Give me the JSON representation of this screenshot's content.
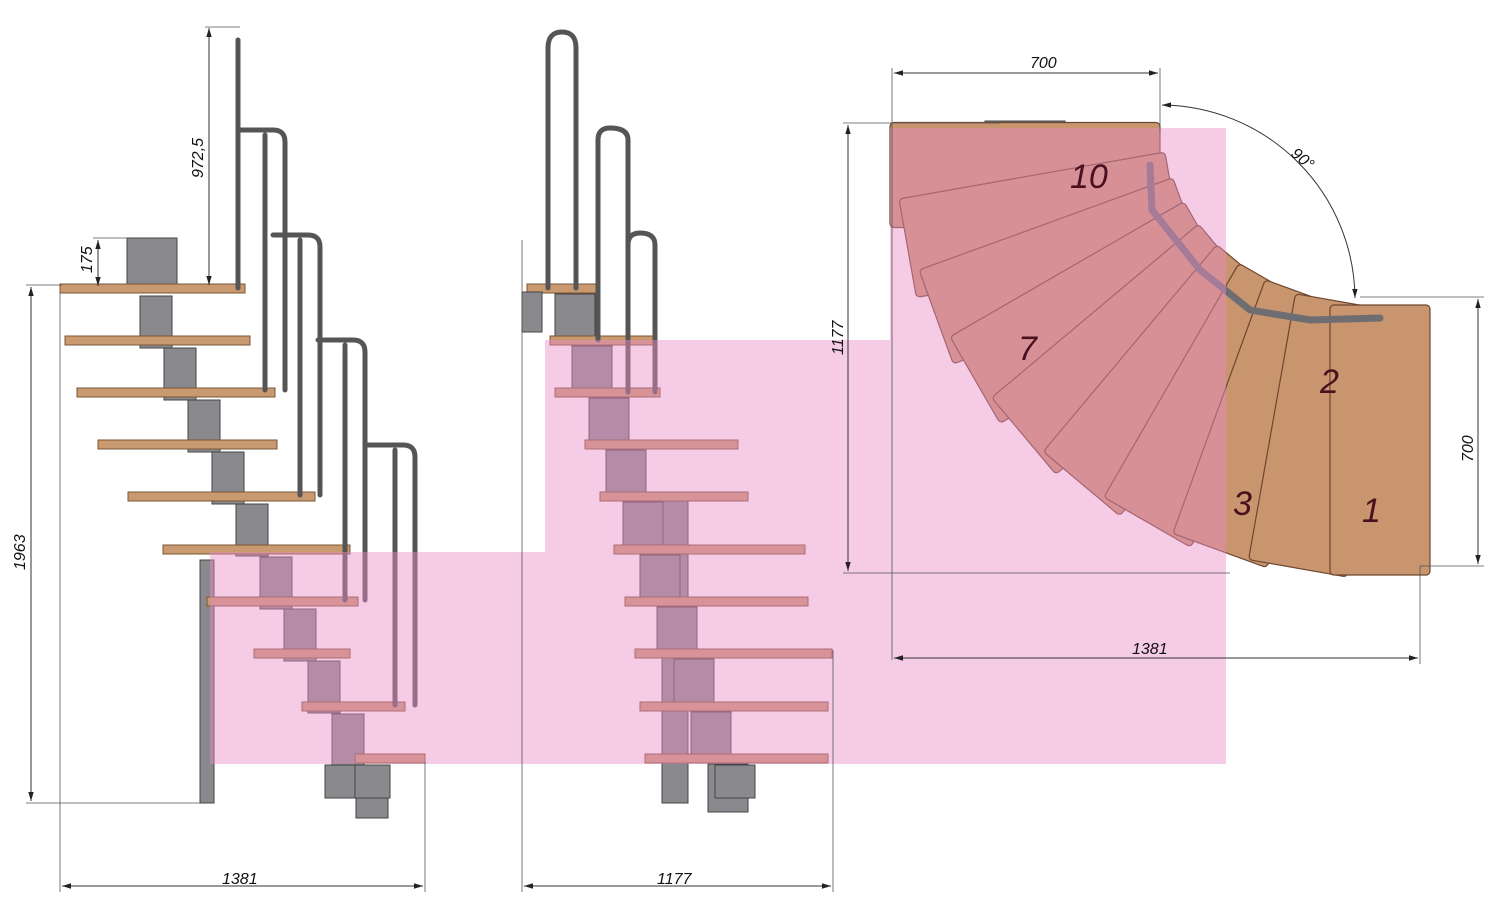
{
  "side_view_left": {
    "handrail_height": "972,5",
    "step_rise": "175",
    "total_height": "1963",
    "width": "1381"
  },
  "side_view_middle": {
    "width": "1177"
  },
  "plan_view": {
    "top_width": "700",
    "angle": "90°",
    "depth": "1177",
    "right_height": "700",
    "total_width": "1381",
    "step_numbers": [
      "10",
      "7",
      "3",
      "2",
      "1"
    ]
  },
  "colors": {
    "wood": "#c99a70",
    "highlight": "#e88cc8",
    "metal": "#8a8a8e"
  }
}
